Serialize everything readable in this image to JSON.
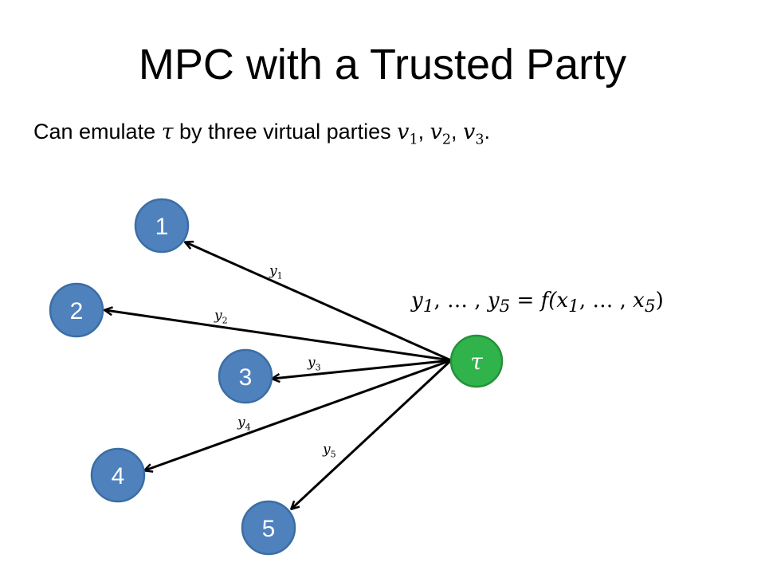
{
  "title": "MPC with a Trusted Party",
  "subtitle": {
    "prefix": "Can emulate ",
    "tau": "τ",
    "middle": " by three virtual parties ",
    "v1": "v",
    "v1_sub": "1",
    "sep1": ", ",
    "v2": "v",
    "v2_sub": "2",
    "sep2": ", ",
    "v3": "v",
    "v3_sub": "3",
    "end": "."
  },
  "diagram": {
    "colors": {
      "party": "#4f81bd",
      "party_border": "#3b6ea5",
      "trusted": "#2fb34a",
      "trusted_border": "#259139",
      "arrow": "#000000"
    },
    "parties": [
      "1",
      "2",
      "3",
      "4",
      "5"
    ],
    "trusted_party": "τ",
    "edge_labels": [
      {
        "base": "y",
        "sub": "1"
      },
      {
        "base": "y",
        "sub": "2"
      },
      {
        "base": "y",
        "sub": "3"
      },
      {
        "base": "y",
        "sub": "4"
      },
      {
        "base": "y",
        "sub": "5"
      }
    ],
    "equation": {
      "y1": "y",
      "y1_sub": "1",
      "dots1": ", … , ",
      "y5": "y",
      "y5_sub": "5",
      "eq": " = f(",
      "x1": "x",
      "x1_sub": "1",
      "dots2": ", … , ",
      "x5": "x",
      "x5_sub": "5",
      "close": ")"
    }
  }
}
